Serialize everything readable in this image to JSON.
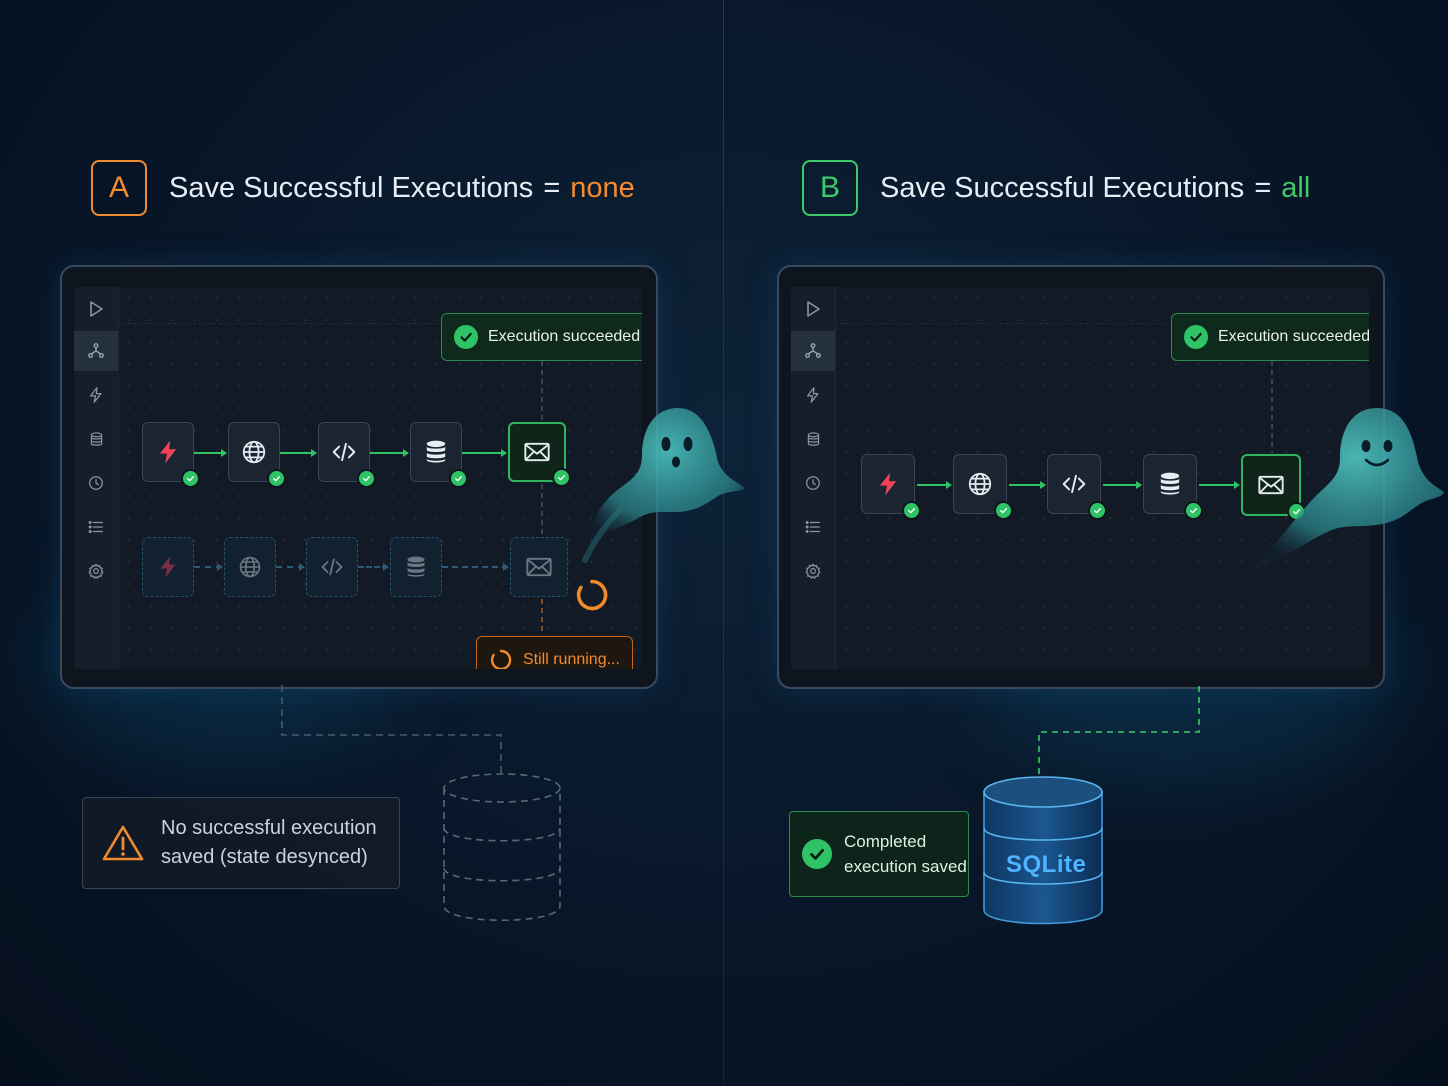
{
  "colors": {
    "accent_none": "#f28a2e",
    "accent_all": "#3ec96a",
    "success": "#2ec466",
    "warning": "#f28a2e",
    "database_blue": "#4fb3ff",
    "ghost": "#3fa6a3"
  },
  "panel_a": {
    "letter": "A",
    "title": "Save Successful Executions",
    "equals": "=",
    "value": "none",
    "toast": "Execution succeeded",
    "running": "Still running...",
    "notice": {
      "line1": "No successful execution",
      "line2": "saved (state desynced)",
      "icon": "warning-icon"
    },
    "database": {
      "state": "missing",
      "icon": "database-outline-icon"
    },
    "sidebar_icons": [
      "play-icon",
      "workflow-icon",
      "bolt-icon",
      "database-icon",
      "clock-icon",
      "list-icon",
      "gear-icon"
    ],
    "nodes": [
      "trigger-bolt-icon",
      "globe-icon",
      "code-icon",
      "database-icon",
      "mail-icon"
    ],
    "ghost_nodes": [
      "trigger-bolt-icon",
      "globe-icon",
      "code-icon",
      "database-icon",
      "mail-icon"
    ]
  },
  "panel_b": {
    "letter": "B",
    "title": "Save Successful Executions",
    "equals": "=",
    "value": "all",
    "toast": "Execution succeeded",
    "notice": {
      "line1": "Completed",
      "line2": "execution saved",
      "icon": "check-circle-icon"
    },
    "database": {
      "label": "SQLite",
      "icon": "database-cylinder-icon"
    },
    "sidebar_icons": [
      "play-icon",
      "workflow-icon",
      "bolt-icon",
      "database-icon",
      "clock-icon",
      "list-icon",
      "gear-icon"
    ],
    "nodes": [
      "trigger-bolt-icon",
      "globe-icon",
      "code-icon",
      "database-icon",
      "mail-icon"
    ]
  }
}
